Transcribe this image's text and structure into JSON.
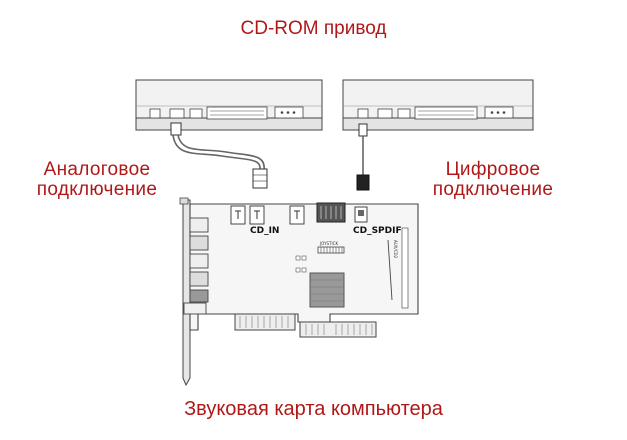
{
  "title": "CD-ROM привод",
  "bottom_caption": "Звуковая карта компьютера",
  "analog": {
    "line1": "Аналоговое",
    "line2": "подключение"
  },
  "digital": {
    "line1": "Цифровое",
    "line2": "подключение"
  },
  "card": {
    "cd_in_label": "CD_IN",
    "cd_spdif_label": "CD_SPDIF",
    "joystick_label": "JOYSTICK",
    "aux_label": "AUX/CD2"
  },
  "colors": {
    "label_red": "#b01818",
    "line": "#555555",
    "fill_light": "#eeeeee"
  }
}
